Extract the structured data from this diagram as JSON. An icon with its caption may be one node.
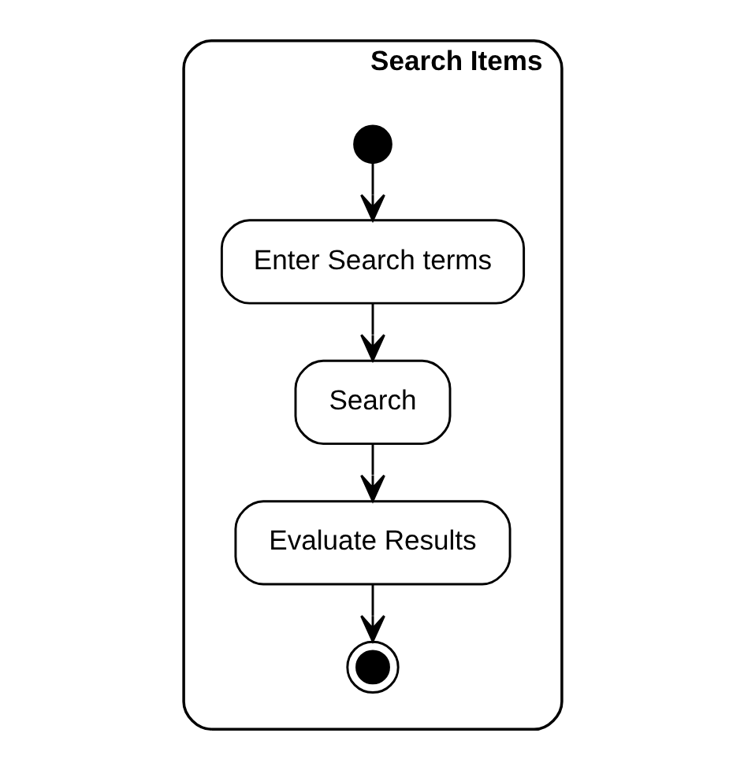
{
  "diagram": {
    "nodes": [
      {
        "text": [
          "Search Items"
        ]
      },
      {
        "text": [],
        "shape": "circle",
        "in": 0
      },
      {
        "text": [
          "Enter Search terms"
        ],
        "in": 0
      },
      {
        "text": [
          "Search"
        ],
        "in": 0
      },
      {
        "text": [
          "Evaluate Results"
        ],
        "in": 0
      },
      {
        "text": [],
        "shape": "bullseye",
        "in": 0
      }
    ],
    "edges": [
      {
        "from": 1,
        "to": 2,
        "arrow": "to"
      },
      {
        "from": 2,
        "to": 3,
        "arrow": "to"
      },
      {
        "from": 3,
        "to": 4,
        "arrow": "to"
      },
      {
        "from": 4,
        "to": 5,
        "arrow": "to"
      }
    ]
  }
}
